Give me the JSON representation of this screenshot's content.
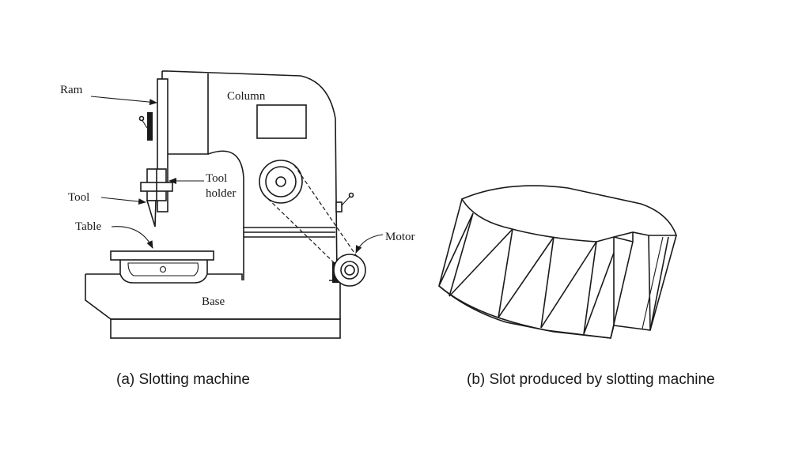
{
  "figure": {
    "machine_labels": {
      "ram": "Ram",
      "column": "Column",
      "tool_holder_line1": "Tool",
      "tool_holder_line2": "holder",
      "tool": "Tool",
      "table": "Table",
      "motor": "Motor",
      "base": "Base"
    },
    "captions": {
      "left": "(a) Slotting machine",
      "right": "(b) Slot produced by slotting machine"
    }
  }
}
